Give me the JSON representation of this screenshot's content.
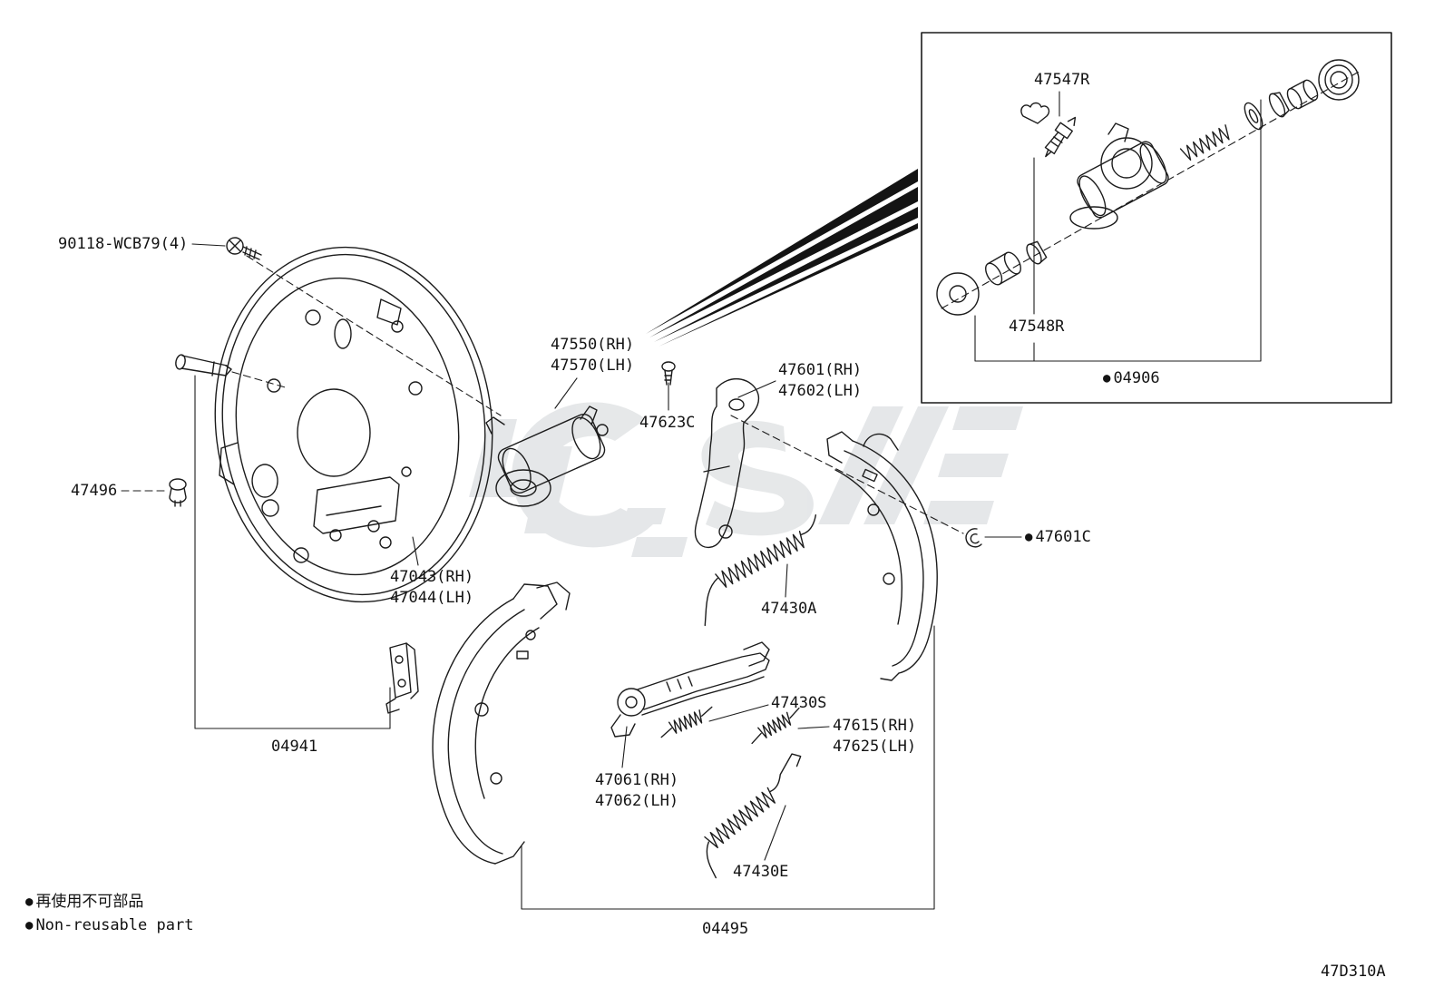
{
  "diagram": {
    "code": "47D310A",
    "marks": {
      "non_reusable_dot": "●"
    },
    "legend": {
      "jp_label": "再使用不可部品",
      "en_label": "Non-reusable part"
    },
    "parts": {
      "n90118": "90118-WCB79(4)",
      "n47547R": "47547R",
      "n47548R": "47548R",
      "n04906": "04906",
      "n47550": "47550(RH)",
      "n47570": "47570(LH)",
      "n47601": "47601(RH)",
      "n47602": "47602(LH)",
      "n47623C": "47623C",
      "n47496": "47496",
      "n47043": "47043(RH)",
      "n47044": "47044(LH)",
      "n47601C": "47601C",
      "n47430A": "47430A",
      "n47430S": "47430S",
      "n47615": "47615(RH)",
      "n47625": "47625(LH)",
      "n04941": "04941",
      "n47061": "47061(RH)",
      "n47062": "47062(LH)",
      "n47430E": "47430E",
      "n04495": "04495"
    }
  }
}
